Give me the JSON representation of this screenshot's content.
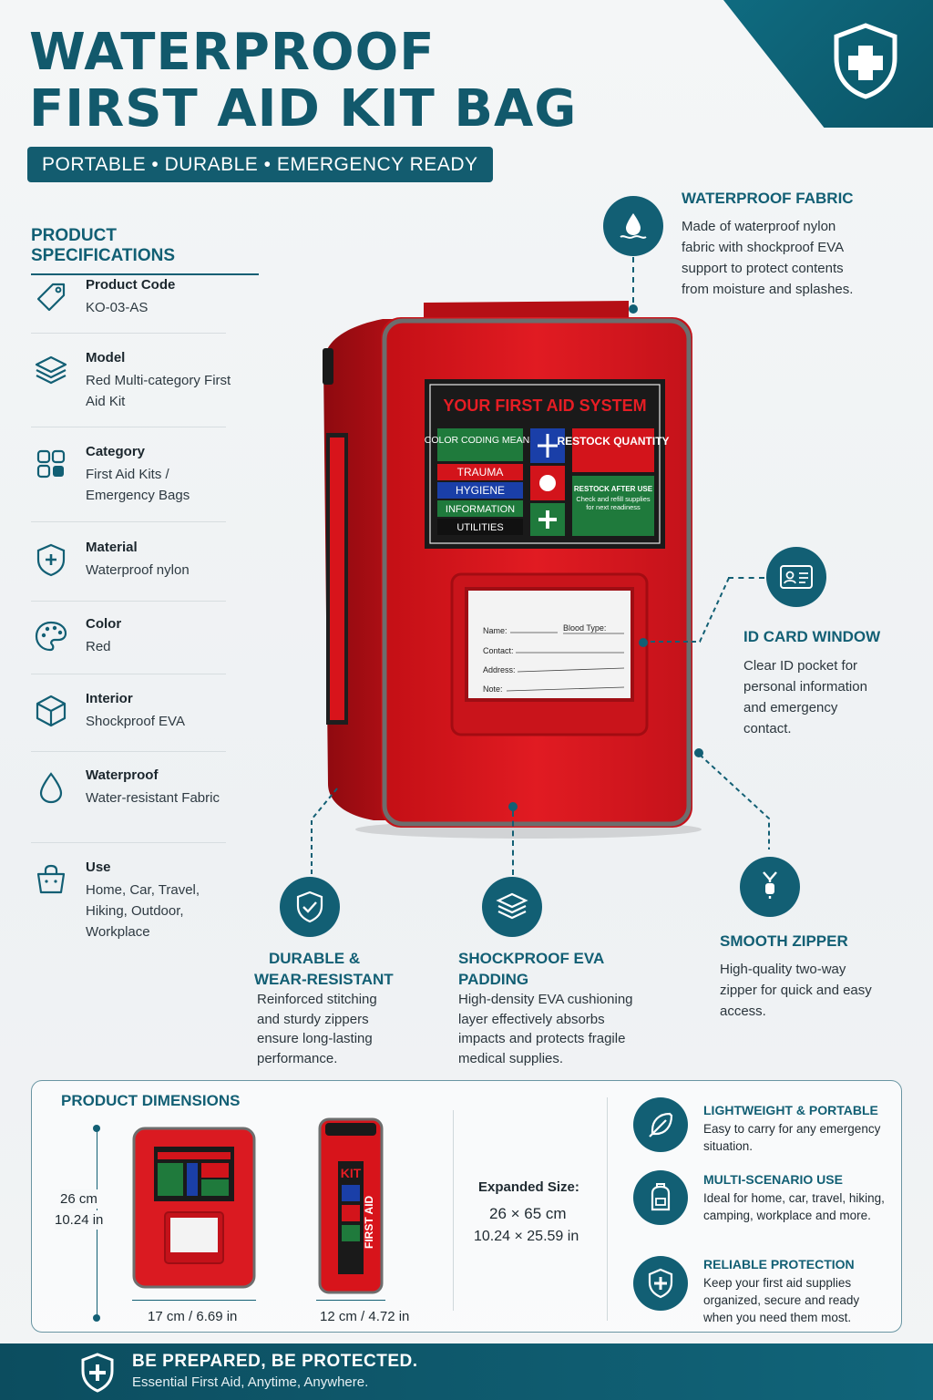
{
  "header": {
    "title_line1": "WATERPROOF",
    "title_line2": "FIRST AID KIT BAG",
    "tagline": "PORTABLE • DURABLE • EMERGENCY READY"
  },
  "specs": {
    "title": "PRODUCT SPECIFICATIONS",
    "items": [
      {
        "label": "Product Code",
        "value": "KO-03-AS",
        "icon": "tag-icon"
      },
      {
        "label": "Model",
        "value": "Red Multi-category First Aid Kit",
        "icon": "layers-icon"
      },
      {
        "label": "Category",
        "value": "First Aid Kits / Emergency Bags",
        "icon": "grid-icon"
      },
      {
        "label": "Material",
        "value": "Waterproof nylon",
        "icon": "shield-plus-icon"
      },
      {
        "label": "Color",
        "value": "Red",
        "icon": "palette-icon"
      },
      {
        "label": "Interior",
        "value": "Shockproof EVA",
        "icon": "box-icon"
      },
      {
        "label": "Waterproof",
        "value": "Water-resistant Fabric",
        "icon": "drop-icon"
      },
      {
        "label": "Use",
        "value": "Home, Car, Travel, Hiking, Outdoor, Workplace",
        "icon": "bag-icon"
      }
    ]
  },
  "bag": {
    "patch_title": "YOUR FIRST AID SYSTEM",
    "color_coding": "COLOR CODING MEANS",
    "rows": [
      "TRAUMA",
      "HYGIENE",
      "INFORMATION",
      "UTILITIES"
    ],
    "restock_title": "RESTOCK QUANTITY",
    "restock_after": "RESTOCK AFTER USE",
    "restock_note": "Check and refill supplies for next readiness",
    "card_name": "Name:",
    "card_blood": "Blood Type:",
    "card_contact": "Contact:",
    "card_address": "Address:",
    "card_note": "Note:"
  },
  "features": {
    "waterproof": {
      "title": "WATERPROOF FABRIC",
      "desc": "Made of waterproof nylon fabric with shockproof EVA support to protect contents from moisture and splashes."
    },
    "idcard": {
      "title": "ID CARD WINDOW",
      "desc": "Clear ID pocket for personal information and emergency contact."
    },
    "zipper": {
      "title": "SMOOTH ZIPPER",
      "desc": "High-quality two-way zipper for quick and easy access."
    },
    "durable": {
      "title1": "DURABLE &",
      "title2": "WEAR-RESISTANT",
      "desc": "Reinforced stitching and sturdy zippers ensure long-lasting performance."
    },
    "shockproof": {
      "title1": "SHOCKPROOF EVA",
      "title2": "PADDING",
      "desc": "High-density EVA cushioning layer effectively absorbs impacts and protects fragile medical supplies."
    }
  },
  "dimensions": {
    "title": "PRODUCT DIMENSIONS",
    "height_cm": "26 cm",
    "height_in": "10.24 in",
    "width": "17 cm / 6.69 in",
    "depth": "12 cm / 4.72 in",
    "expanded_label": "Expanded Size:",
    "expanded_cm": "26 × 65 cm",
    "expanded_in": "10.24 × 25.59 in",
    "side_kit": "KIT",
    "side_first_aid": "FIRST AID"
  },
  "benefits": [
    {
      "title": "LIGHTWEIGHT & PORTABLE",
      "desc": "Easy to carry for any emergency situation.",
      "icon": "feather-icon"
    },
    {
      "title": "MULTI-SCENARIO USE",
      "desc": "Ideal for home, car, travel, hiking, camping, workplace and more.",
      "icon": "backpack-icon"
    },
    {
      "title": "RELIABLE PROTECTION",
      "desc": "Keep your first aid supplies organized, secure and ready when you need them most.",
      "icon": "shield-plus-icon"
    }
  ],
  "footer": {
    "headline": "BE PREPARED, BE PROTECTED.",
    "sub": "Essential First Aid, Anytime, Anywhere."
  },
  "colors": {
    "brand": "#125f74",
    "bag_red": "#d9161c",
    "accent_green": "#1f7a3c"
  }
}
